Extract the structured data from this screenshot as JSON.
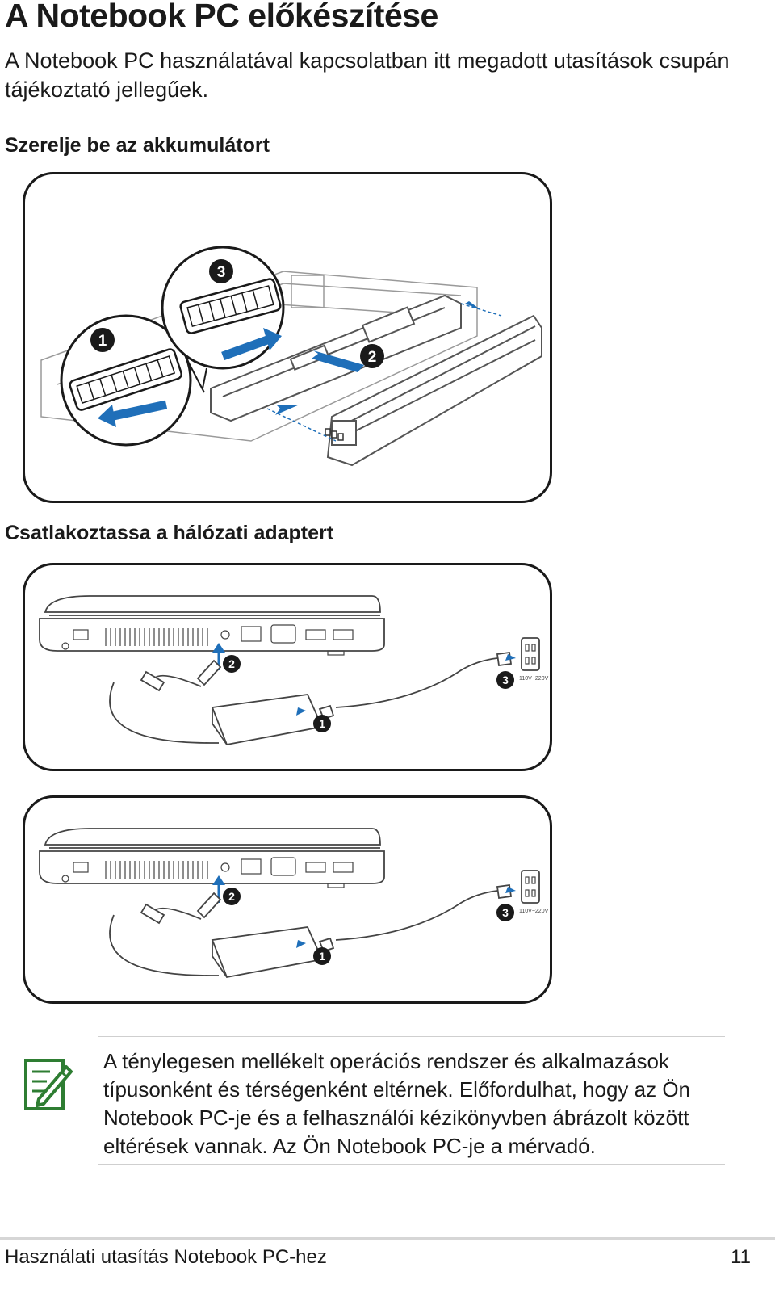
{
  "page": {
    "title": "A Notebook PC előkészítése",
    "intro": "A Notebook PC használatával kapcsolatban itt megadott utasítások csupán tájékoztató jellegűek."
  },
  "sections": [
    {
      "heading": "Szerelje be az akkumulátort",
      "steps": [
        "1",
        "2",
        "3"
      ]
    },
    {
      "heading": "Csatlakoztassa a hálózati adaptert",
      "steps": [
        "1",
        "2",
        "3"
      ],
      "outlet_label": "110V~220V"
    }
  ],
  "note": {
    "text": "A ténylegesen mellékelt operációs rendszer és alkalmazások típusonként és térségenként eltérnek. Előfordulhat, hogy az Ön Notebook PC-je és a felhasználói kézikönyvben ábrázolt között eltérések vannak. Az Ön Notebook PC-je a mérvadó."
  },
  "footer": {
    "text": "Használati utasítás Notebook PC-hez",
    "page_number": "11"
  },
  "colors": {
    "arrow_blue": "#1f6fb9",
    "note_icon_green": "#2e7d32",
    "frame_border": "#1a1a1a"
  }
}
